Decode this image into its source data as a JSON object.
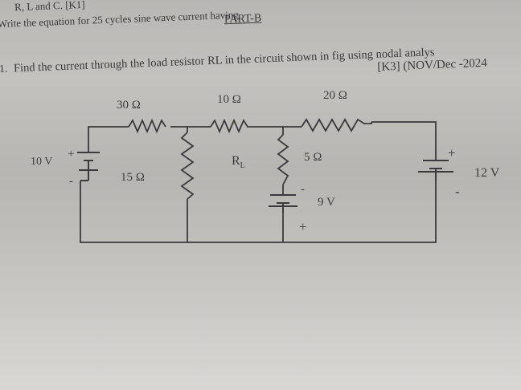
{
  "page": {
    "prev_question_tail": "R, L and C. [K1]",
    "prev_question": "Write the equation for 25 cycles sine wave current having",
    "section": "PART-B",
    "question_number": "1.",
    "question": "Find the current through the load resistor RL in the circuit shown in fig using nodal analys",
    "tags": "[K3] (NOV/Dec -2024"
  },
  "circuit": {
    "r1": "30 Ω",
    "r2": "10 Ω",
    "r3": "20 Ω",
    "r4": "15 Ω",
    "rl": "R",
    "rl_sub": "L",
    "r5": "5 Ω",
    "v1": "10 V",
    "v2": "9 V",
    "v3": "12 V",
    "plus": "+",
    "minus": "-"
  }
}
